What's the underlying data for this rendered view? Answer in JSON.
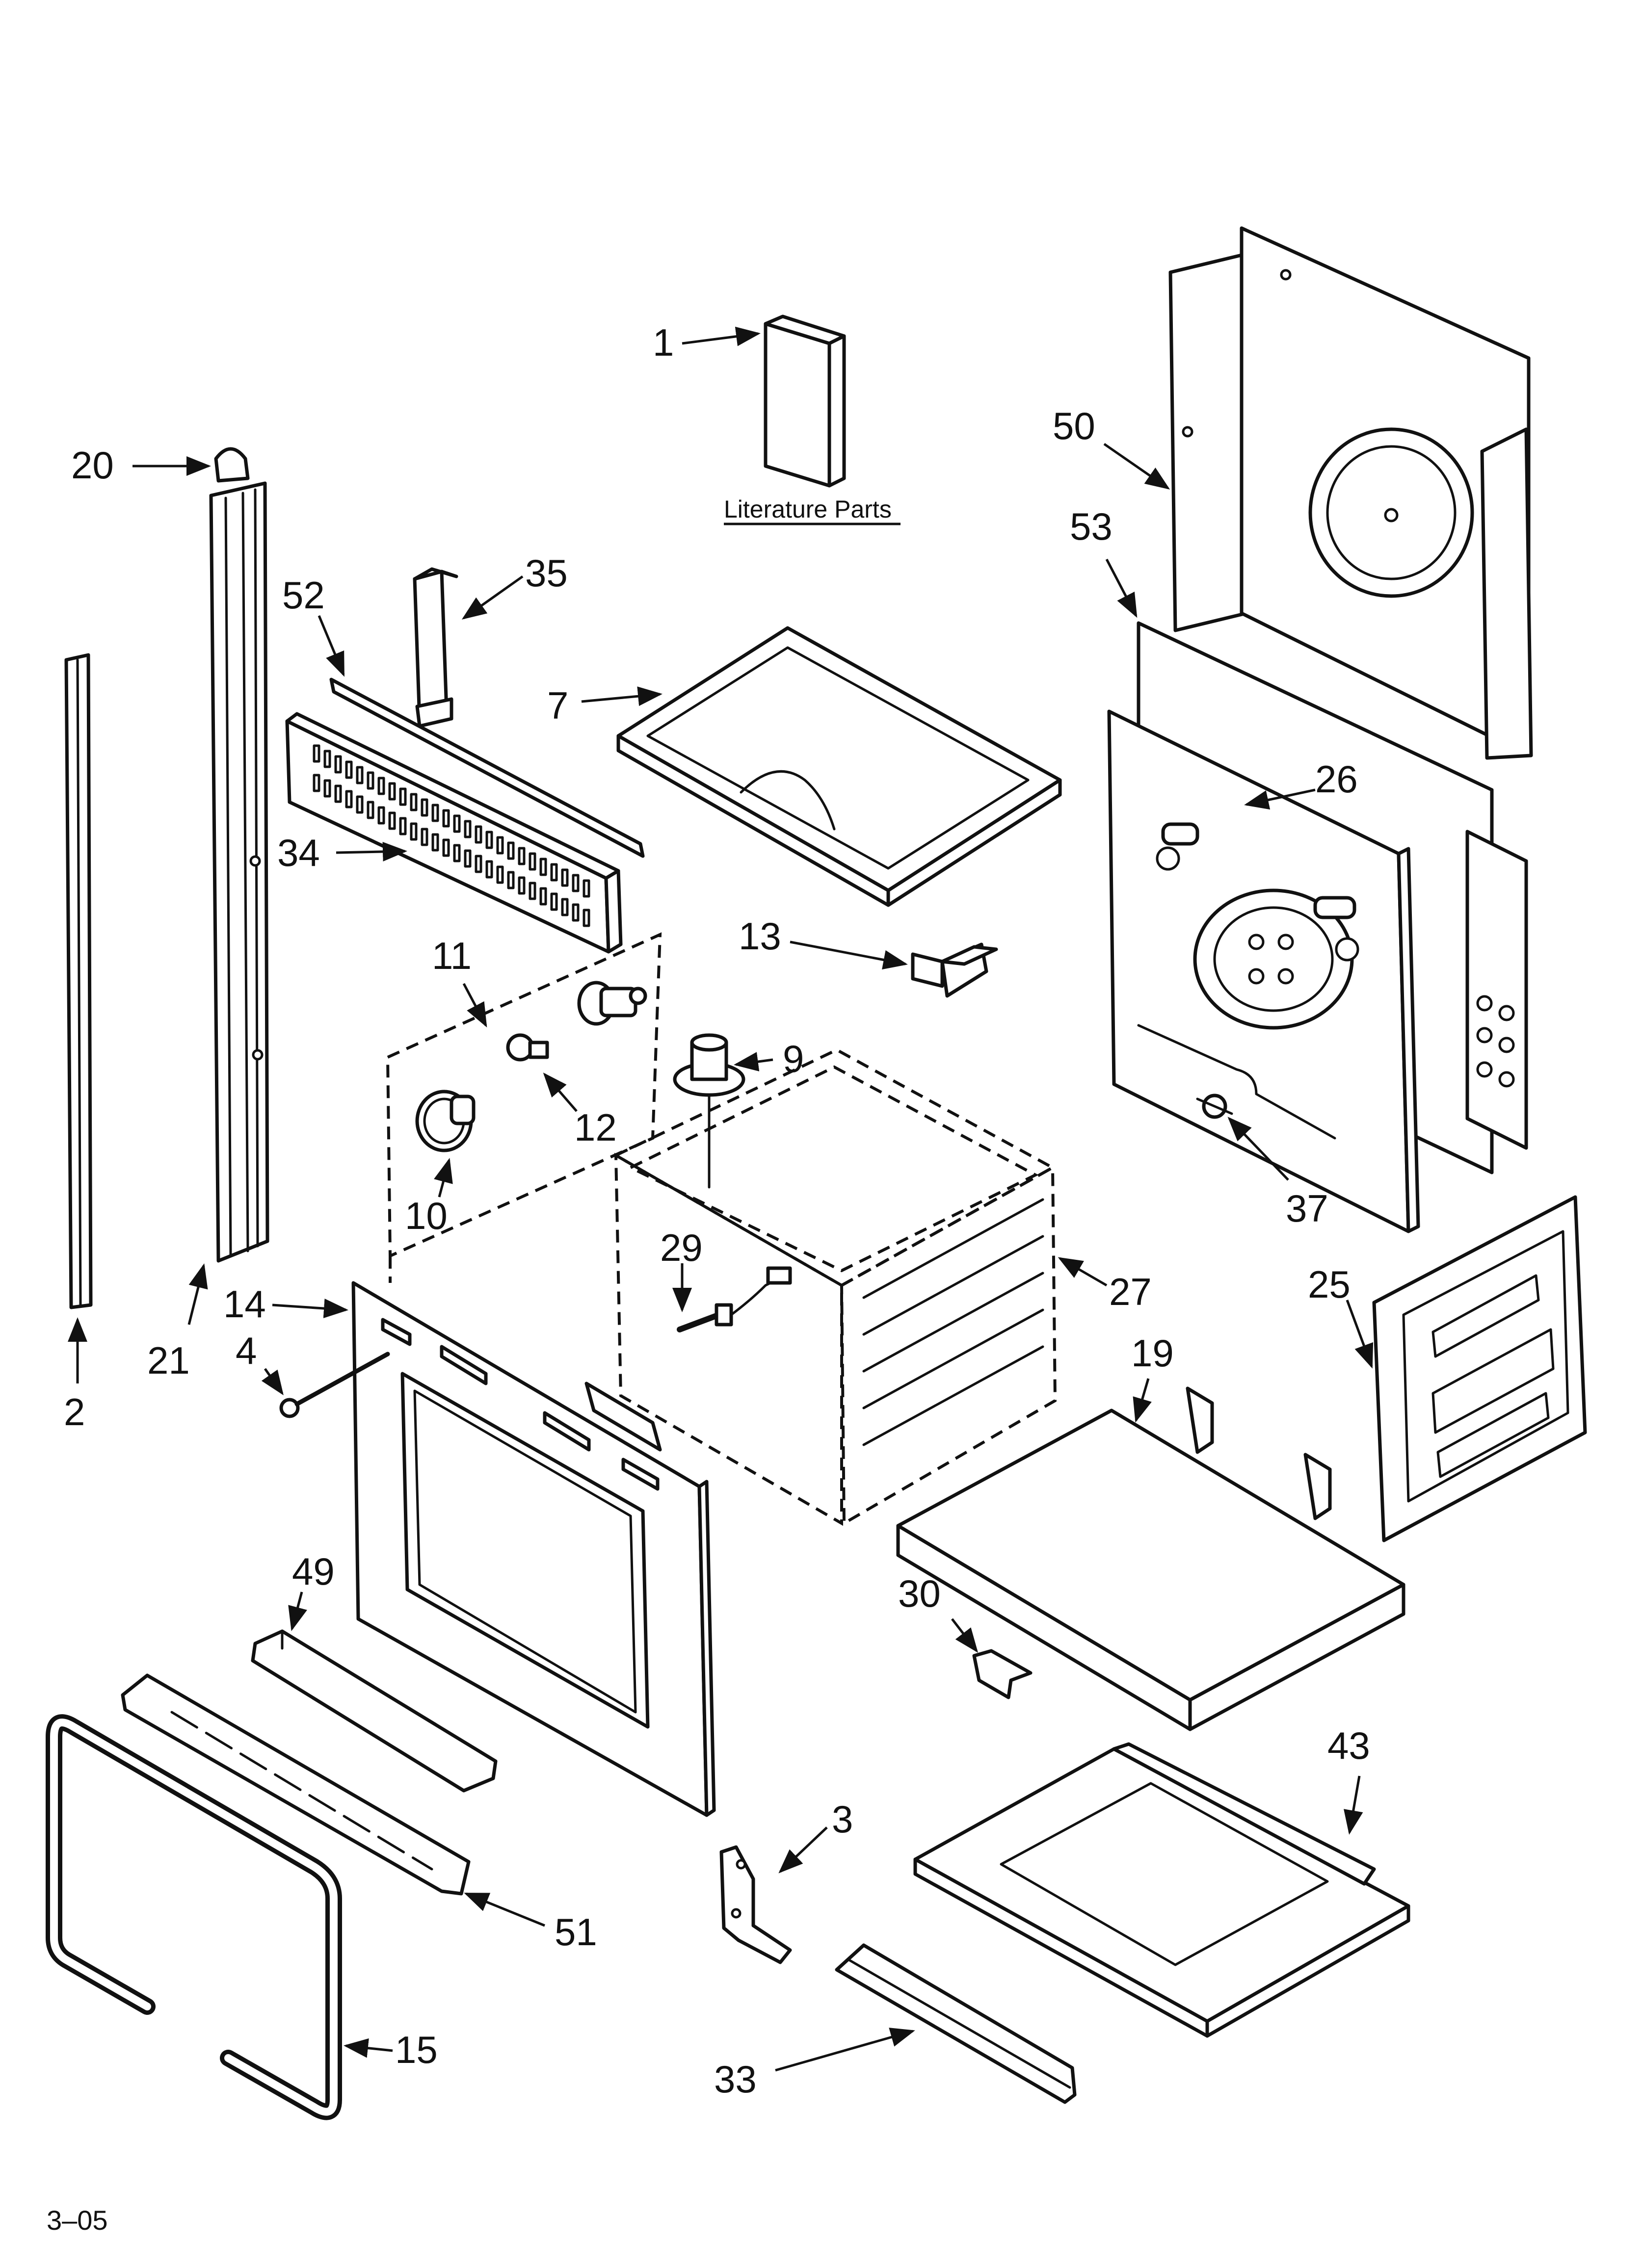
{
  "callouts": {
    "c1": "1",
    "c2": "2",
    "c3": "3",
    "c4": "4",
    "c7": "7",
    "c9": "9",
    "c10": "10",
    "c11": "11",
    "c12": "12",
    "c13": "13",
    "c14": "14",
    "c15": "15",
    "c19": "19",
    "c20": "20",
    "c21": "21",
    "c25": "25",
    "c26": "26",
    "c27": "27",
    "c29": "29",
    "c30": "30",
    "c33": "33",
    "c34": "34",
    "c35": "35",
    "c37": "37",
    "c43": "43",
    "c49": "49",
    "c50": "50",
    "c51": "51",
    "c52": "52",
    "c53": "53"
  },
  "literature_label": "Literature Parts",
  "footer_code": "3–05"
}
